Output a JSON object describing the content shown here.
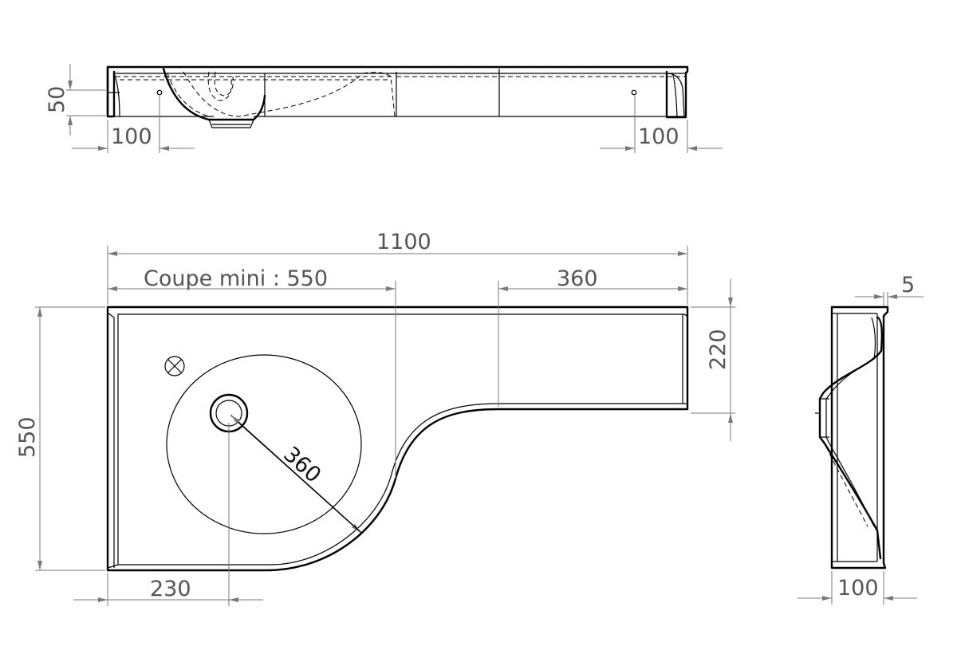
{
  "views": {
    "front": "front-view",
    "top": "top-view",
    "side": "side-view"
  },
  "dimensions": {
    "overall_width": "1100",
    "min_cut": "Coupe mini : 550",
    "shelf_length": "360",
    "overall_depth": "550",
    "shelf_depth": "220",
    "basin_diameter": "360",
    "drain_offset": "230",
    "thickness": "50",
    "left_hole_offset": "100",
    "right_hole_offset": "100",
    "lip": "5",
    "side_depth": "100"
  },
  "colors": {
    "line": "#000000",
    "dimension": "#7a7a7a",
    "dimension_text": "#555555"
  }
}
